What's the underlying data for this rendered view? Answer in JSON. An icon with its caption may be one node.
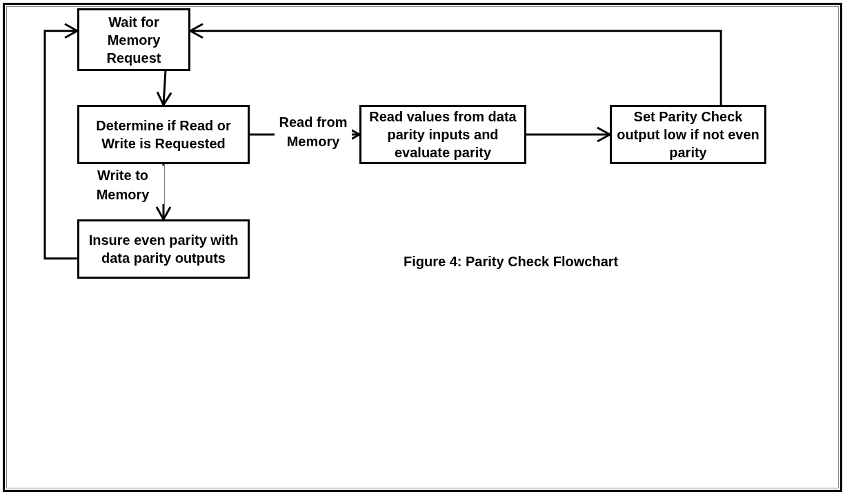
{
  "diagram": {
    "caption": "Figure 4: Parity Check Flowchart",
    "nodes": [
      {
        "text": [
          "Wait for Memory Request"
        ]
      },
      {
        "text": [
          "Determine if Read or Write is Requested"
        ]
      },
      {
        "text": [
          "Read values from data parity inputs and evaluate parity"
        ]
      },
      {
        "text": [
          "Set Parity Check output low if not even parity"
        ]
      },
      {
        "text": [
          "Insure even parity with data parity outputs"
        ]
      }
    ],
    "edges": [
      {
        "from": 0,
        "to": 1,
        "arrow": "to"
      },
      {
        "from": 1,
        "to": 2,
        "arrow": "to",
        "label": "Read from Memory"
      },
      {
        "from": 2,
        "to": 3,
        "arrow": "to"
      },
      {
        "from": 3,
        "to": 0,
        "arrow": "to"
      },
      {
        "from": 1,
        "to": 4,
        "arrow": "to",
        "label": "Write to Memory"
      },
      {
        "from": 4,
        "to": 0,
        "arrow": "to"
      }
    ]
  }
}
